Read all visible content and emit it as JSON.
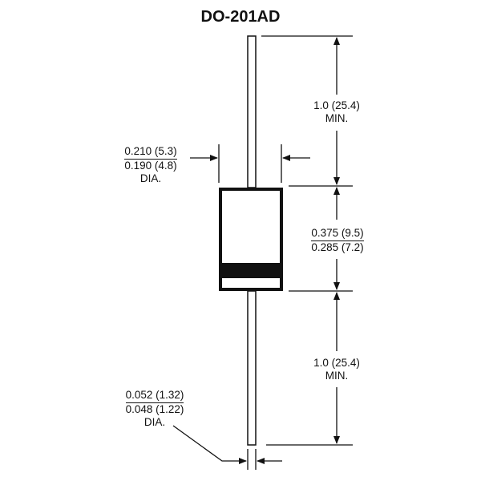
{
  "title": "DO-201AD",
  "dimensions": {
    "body_diameter": {
      "max": "0.210 (5.3)",
      "min": "0.190 (4.8)",
      "suffix": "DIA."
    },
    "body_length": {
      "max": "0.375 (9.5)",
      "min": "0.285 (7.2)"
    },
    "lead_length_top": {
      "value": "1.0 (25.4)",
      "suffix": "MIN."
    },
    "lead_length_bottom": {
      "value": "1.0 (25.4)",
      "suffix": "MIN."
    },
    "lead_diameter": {
      "max": "0.052 (1.32)",
      "min": "0.048 (1.22)",
      "suffix": "DIA."
    }
  },
  "colors": {
    "line": "#111111",
    "background": "#ffffff"
  }
}
